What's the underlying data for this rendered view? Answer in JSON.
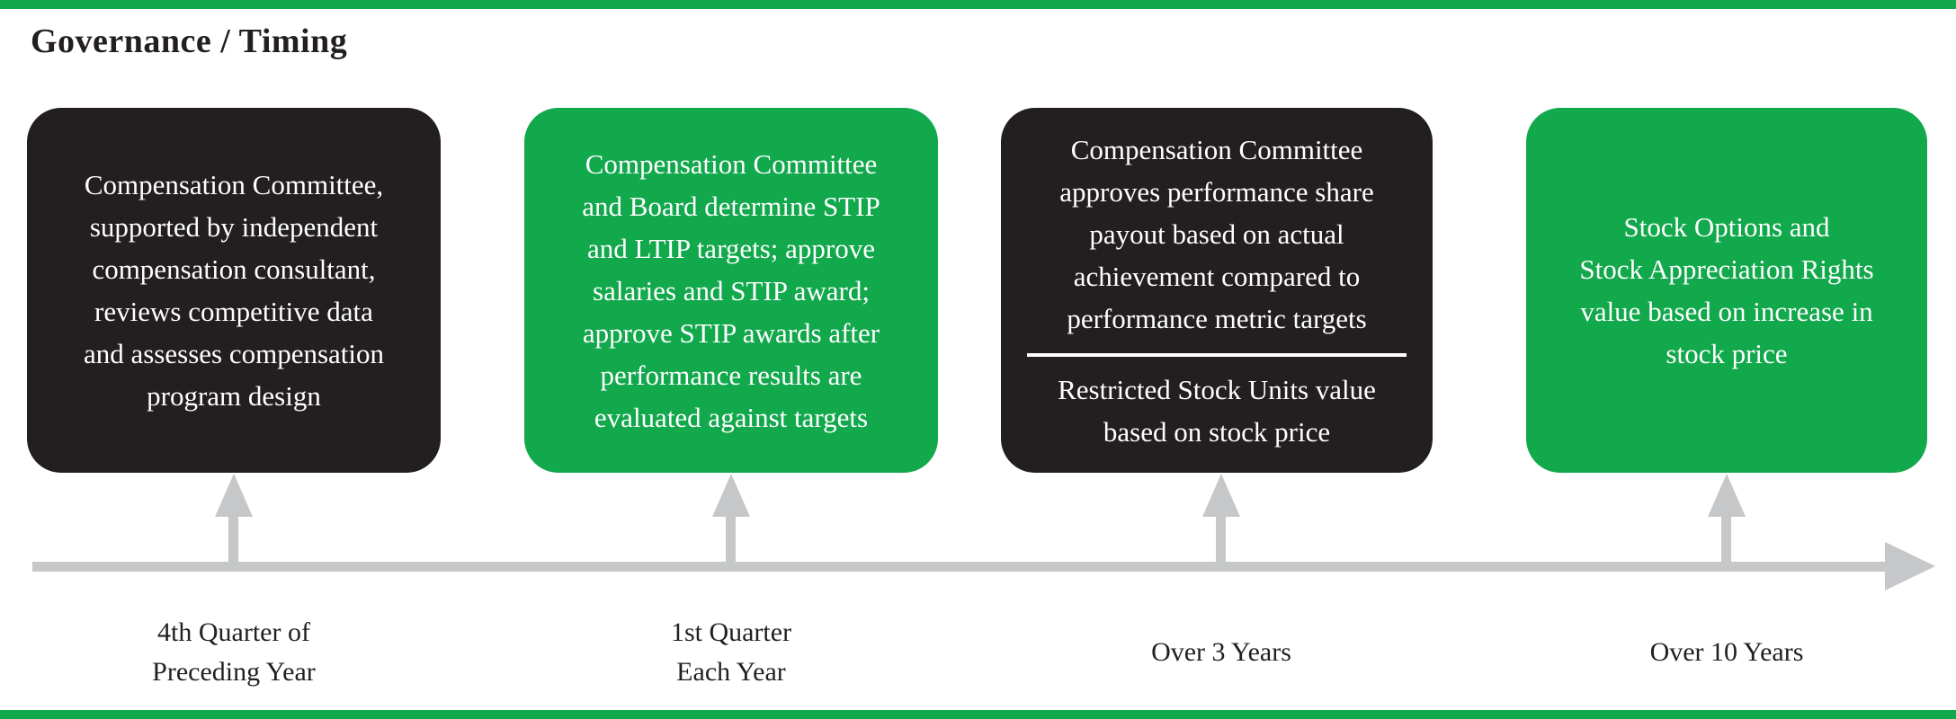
{
  "title": "Governance / Timing",
  "colors": {
    "green": "#12A84C",
    "dark": "#231F20",
    "gray": "#C6C7C9",
    "text": "#231F20",
    "box_text": "#FFFFFF",
    "background": "#FFFFFF"
  },
  "boxes": [
    {
      "variant": "dark",
      "text": "Compensation Committee,\nsupported by independent\ncompensation consultant,\nreviews competitive data\nand assesses compensation\nprogram design",
      "timeline_label": "4th Quarter of\nPreceding Year"
    },
    {
      "variant": "green",
      "text": "Compensation Committee\nand Board determine STIP\nand LTIP targets; approve\nsalaries and STIP award;\napprove STIP awards after\nperformance results are\nevaluated against targets",
      "timeline_label": "1st Quarter\nEach Year"
    },
    {
      "variant": "dark",
      "text_top": "Compensation Committee\napproves performance share\npayout based on actual\nachievement compared to\nperformance metric targets",
      "text_bottom": "Restricted Stock Units value\nbased on stock price",
      "timeline_label": "Over 3 Years"
    },
    {
      "variant": "green",
      "text": "Stock Options and\nStock Appreciation Rights\nvalue based on increase in\nstock price",
      "timeline_label": "Over 10 Years"
    }
  ]
}
